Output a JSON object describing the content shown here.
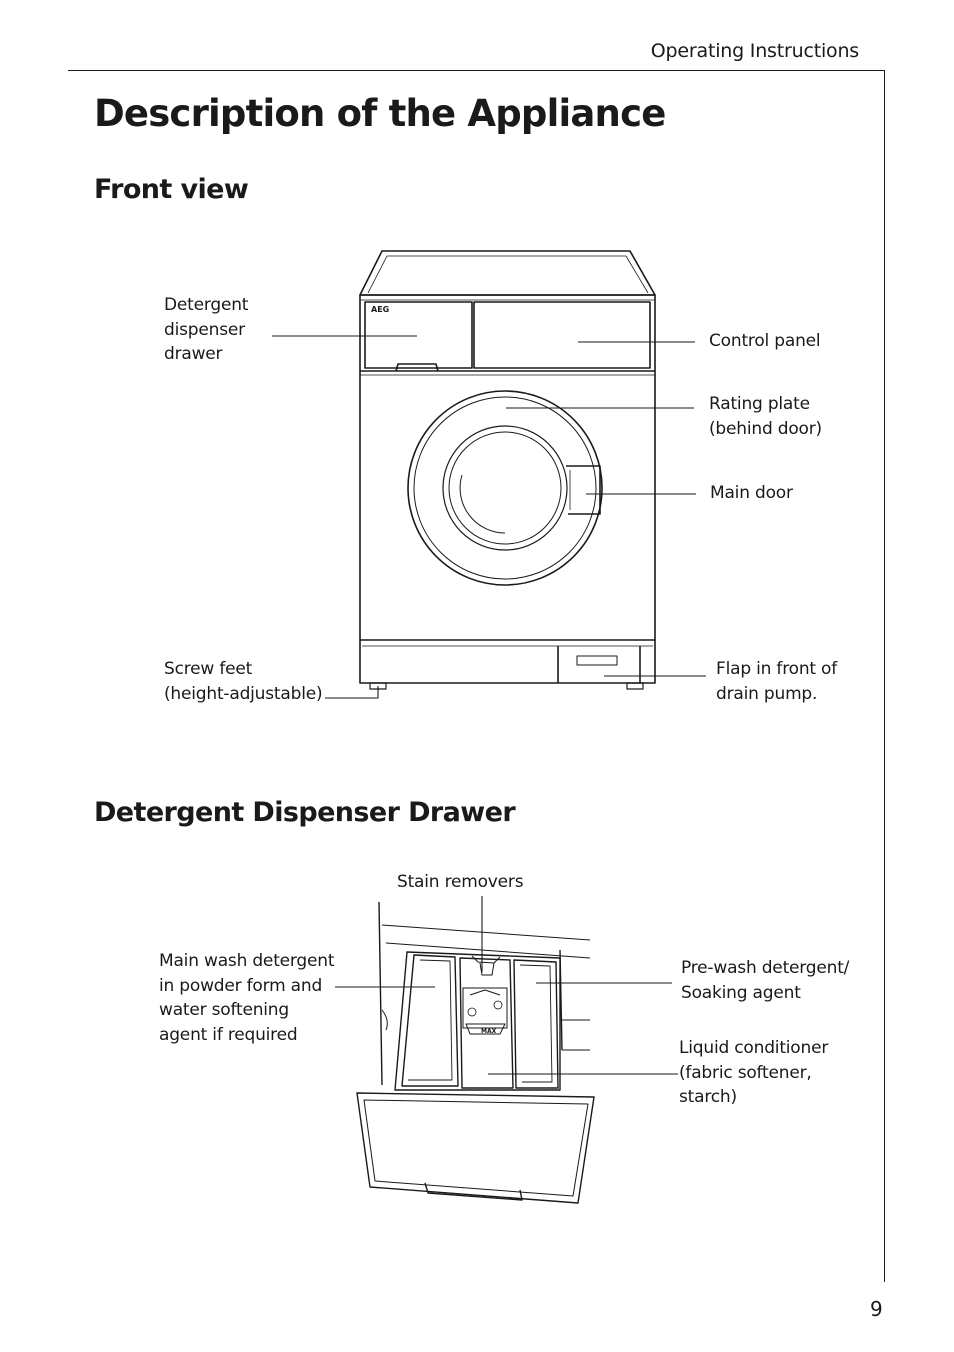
{
  "header": {
    "running_title": "Operating Instructions"
  },
  "page": {
    "title": "Description of the Appliance",
    "number": "9"
  },
  "front_view": {
    "heading": "Front view",
    "brand_logo": "AEG",
    "labels": {
      "detergent_drawer": [
        "Detergent",
        "dispenser",
        "drawer"
      ],
      "control_panel": [
        "Control panel"
      ],
      "rating_plate": [
        "Rating plate",
        "(behind door)"
      ],
      "main_door": [
        "Main door"
      ],
      "screw_feet": [
        "Screw feet",
        "(height-adjustable)"
      ],
      "flap": [
        "Flap in front of",
        "drain pump."
      ]
    }
  },
  "drawer_view": {
    "heading": "Detergent Dispenser Drawer",
    "max_marking": "MAX",
    "labels": {
      "stain_removers": [
        "Stain removers"
      ],
      "main_wash": [
        "Main wash detergent",
        "in powder form and",
        "water softening",
        "agent if required"
      ],
      "pre_wash": [
        "Pre-wash detergent/",
        "Soaking agent"
      ],
      "liquid_conditioner": [
        "Liquid conditioner",
        "(fabric softener,",
        "starch)"
      ]
    }
  }
}
